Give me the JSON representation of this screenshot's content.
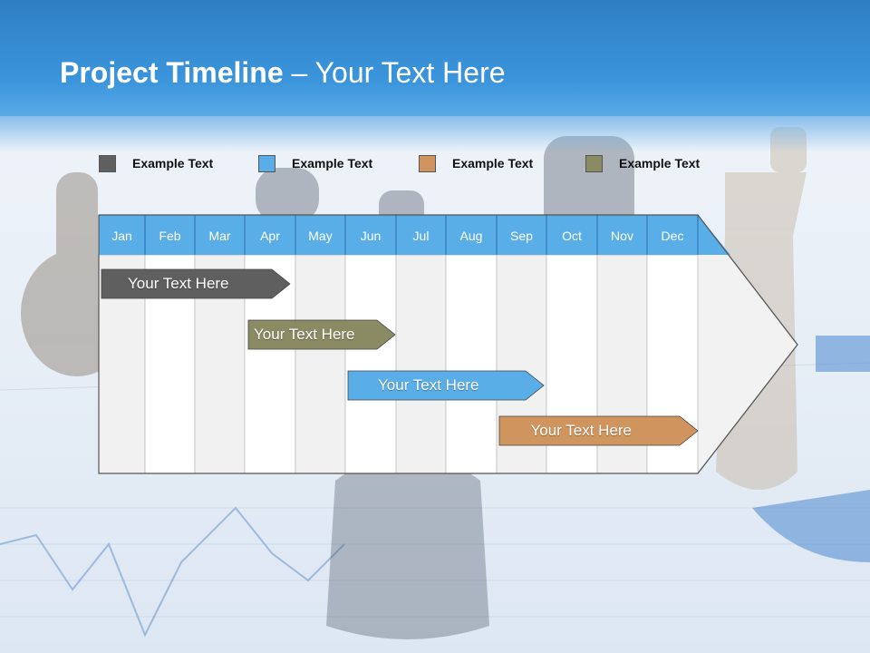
{
  "header": {
    "title_bold": "Project Timeline",
    "title_rest": " – Your Text Here"
  },
  "colors": {
    "header": "#3b95dc",
    "month_bar": "#5aaee8",
    "dark": "#5f5f5f",
    "blue": "#5aaee8",
    "orange": "#d0955e",
    "olive": "#8b8b63"
  },
  "legend": [
    {
      "label": "Example Text",
      "color": "#5f5f5f"
    },
    {
      "label": "Example Text",
      "color": "#5aaee8"
    },
    {
      "label": "Example Text",
      "color": "#d0955e"
    },
    {
      "label": "Example Text",
      "color": "#8b8b63"
    }
  ],
  "months": [
    "Jan",
    "Feb",
    "Mar",
    "Apr",
    "May",
    "Jun",
    "Jul",
    "Aug",
    "Sep",
    "Oct",
    "Nov",
    "Dec"
  ],
  "tasks": [
    {
      "label": "Your  Text Here",
      "color": "#5f5f5f"
    },
    {
      "label": "Your  Text Here",
      "color": "#8b8b63"
    },
    {
      "label": "Your  Text Here",
      "color": "#5aaee8"
    },
    {
      "label": "Your  Text Here",
      "color": "#d0955e"
    }
  ]
}
